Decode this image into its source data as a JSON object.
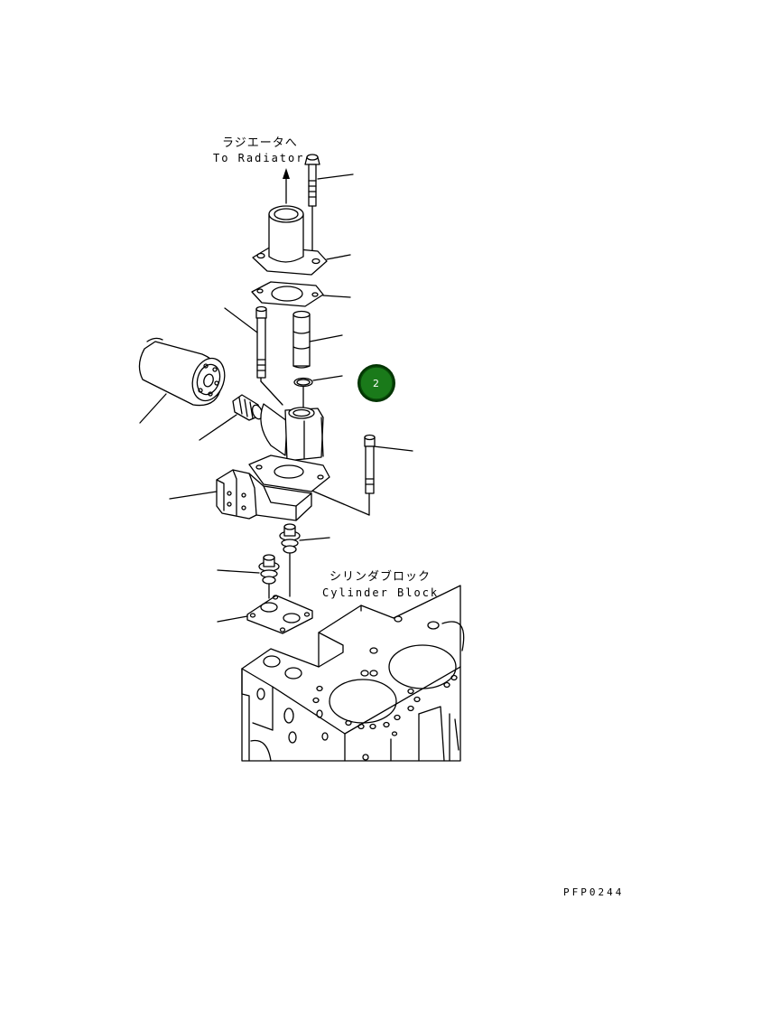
{
  "labels": {
    "radiator_jp": "ラジエータへ",
    "radiator_en": "To Radiator",
    "cylinder_jp": "シリンダブロック",
    "cylinder_en": "Cylinder Block"
  },
  "drawing_code": "PFP0244",
  "callouts": [
    {
      "number": "2",
      "color": "#1a7a1a"
    }
  ],
  "colors": {
    "line": "#000000",
    "background": "#ffffff",
    "callout_fill": "#1a7a1a",
    "callout_ring": "#003300"
  }
}
